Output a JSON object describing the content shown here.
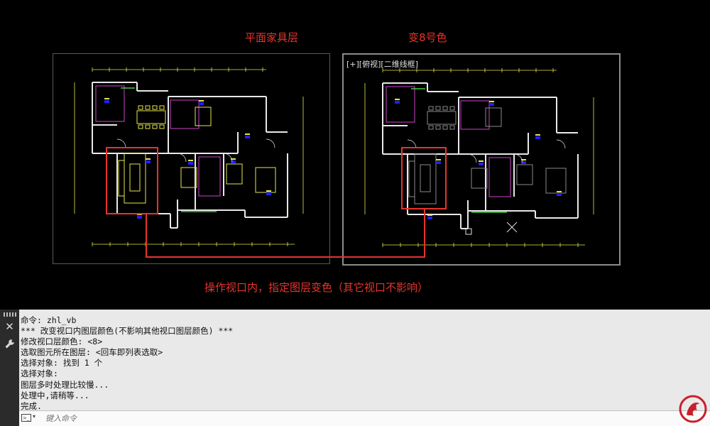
{
  "annotations": {
    "title_left": "平面家具层",
    "title_right": "变8号色",
    "note": "操作视口内，指定图层变色（其它视口不影响）"
  },
  "viewport_right": {
    "label": "[+][俯视][二维线框]"
  },
  "command_line": {
    "history": [
      "命令: zhl_vb",
      "*** 改变视口内图层颜色(不影响其他视口图层颜色) ***",
      "修改视口层颜色: <8>",
      "选取图元所在图层: <回车即列表选取>",
      "选择对象: 找到 1 个",
      "选择对象:",
      "图层多时处理比较慢...",
      "处理中,请稍等...",
      "完成."
    ],
    "input_placeholder": "键入命令",
    "icons": [
      "close-icon",
      "wrench-icon",
      "command-prompt-icon"
    ]
  },
  "colors": {
    "annotation_red": "#e8342c",
    "wall_white": "#e8e8e8",
    "furniture_yellow": "#e6e64c",
    "furniture_gray": "#8a8a8a",
    "accent_magenta": "#cc44cc",
    "accent_green": "#44cc44",
    "accent_blue": "#2020ff"
  }
}
